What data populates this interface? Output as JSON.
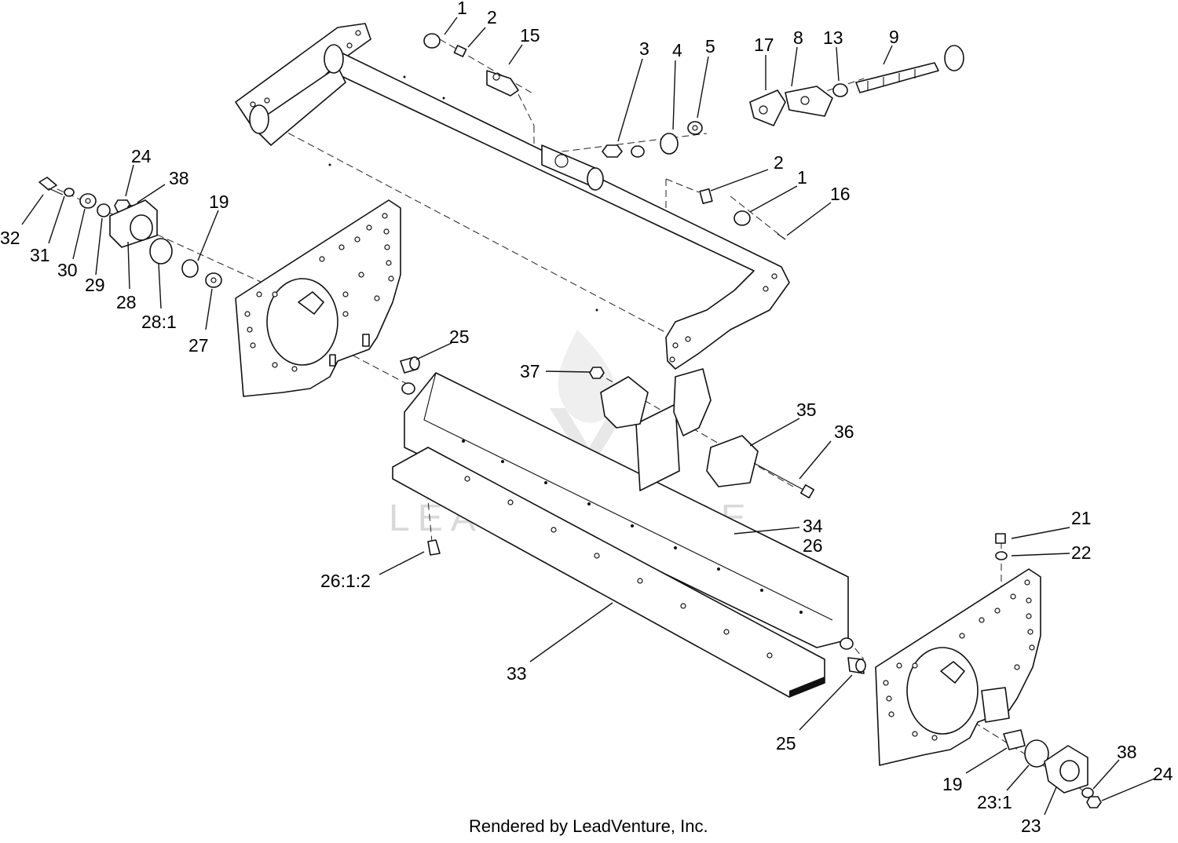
{
  "watermark": "LEADVENTURE",
  "footer": "Rendered by LeadVenture, Inc.",
  "callouts": {
    "c1a": "1",
    "c2a": "2",
    "c15": "15",
    "c3": "3",
    "c4": "4",
    "c5": "5",
    "c17": "17",
    "c8": "8",
    "c13": "13",
    "c9": "9",
    "c2b": "2",
    "c1b": "1",
    "c16": "16",
    "c24a": "24",
    "c38a": "38",
    "c32": "32",
    "c31": "31",
    "c30": "30",
    "c29": "29",
    "c28": "28",
    "c28_1": "28:1",
    "c19a": "19",
    "c27": "27",
    "c25a": "25",
    "c37": "37",
    "c35": "35",
    "c36": "36",
    "c34": "34",
    "c26": "26",
    "c26_1_2": "26:1:2",
    "c33": "33",
    "c21": "21",
    "c22": "22",
    "c25b": "25",
    "c38b": "38",
    "c24b": "24",
    "c19b": "19",
    "c23_1": "23:1",
    "c23": "23"
  }
}
